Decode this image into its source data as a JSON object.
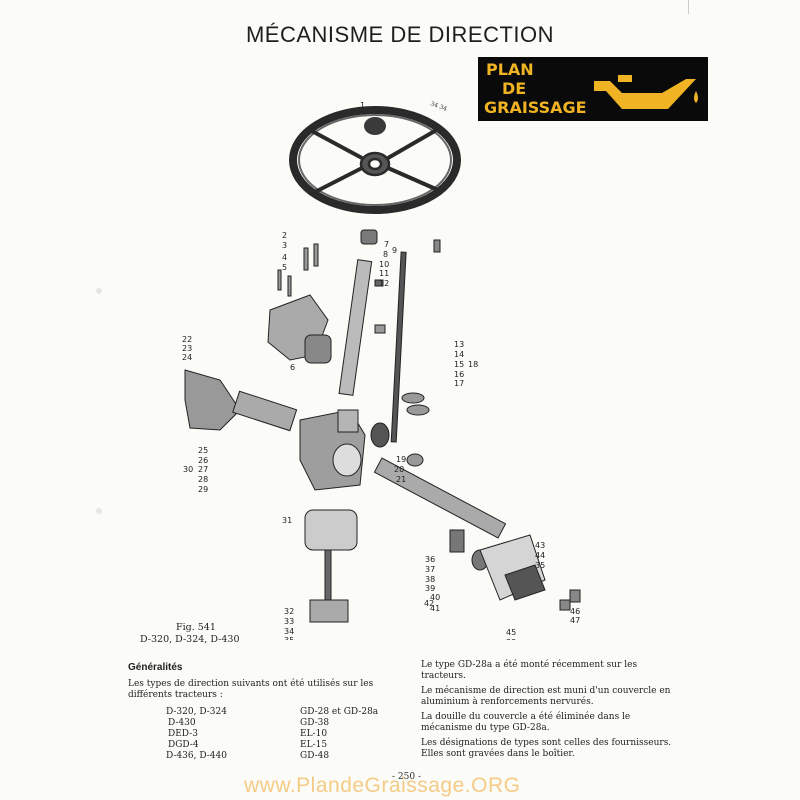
{
  "header": {
    "title": "MÉCANISME DE DIRECTION"
  },
  "badge": {
    "line1": "PLAN",
    "line2": "DE",
    "line3": "GRAISSAGE",
    "icon": "oil-can-icon",
    "text_color": "#f0b323",
    "background": "#0a0a0a"
  },
  "figure": {
    "caption_fig": "Fig. 541",
    "caption_models": "D-320, D-324, D-430",
    "callouts": [
      "1",
      "2",
      "3",
      "4",
      "5",
      "6",
      "7",
      "8",
      "9",
      "10",
      "11",
      "12",
      "13",
      "14",
      "15",
      "16",
      "17",
      "18",
      "19",
      "20",
      "21",
      "22",
      "23",
      "24",
      "25",
      "26",
      "27",
      "28",
      "29",
      "30",
      "31",
      "32",
      "33",
      "34",
      "35",
      "36",
      "37",
      "38",
      "39",
      "40",
      "41",
      "42",
      "43",
      "44",
      "35",
      "46",
      "47",
      "45",
      "33"
    ],
    "wheel_marking": "34 34"
  },
  "left_column": {
    "heading": "Généralités",
    "intro": "Les types de direction suivants ont été utilisés sur les différents tracteurs :",
    "rows": [
      {
        "tractors": "D-320, D-324",
        "types": "GD-28 et GD-28a"
      },
      {
        "tractors": "D-430",
        "types": "GD-38"
      },
      {
        "tractors": "DED-3",
        "types": "EL-10"
      },
      {
        "tractors": "DGD-4",
        "types": "EL-15"
      },
      {
        "tractors": "D-436, D-440",
        "types": "GD-48"
      }
    ]
  },
  "right_column": {
    "p1": "Le type GD-28a a été monté récemment sur les tracteurs.",
    "p2": "Le mécanisme de direction est muni d'un couvercle en aluminium à renforcements nervurés.",
    "p3": "La douille du couvercle a été éliminée dans le mécanisme du type GD-28a.",
    "p4": "Les désignations de types sont celles des fournisseurs. Elles sont gravées dans le boîtier."
  },
  "footer": {
    "page_number": "- 250 -",
    "watermark": "www.PlandeGraissage.ORG",
    "watermark_color": "#f5c67a"
  }
}
